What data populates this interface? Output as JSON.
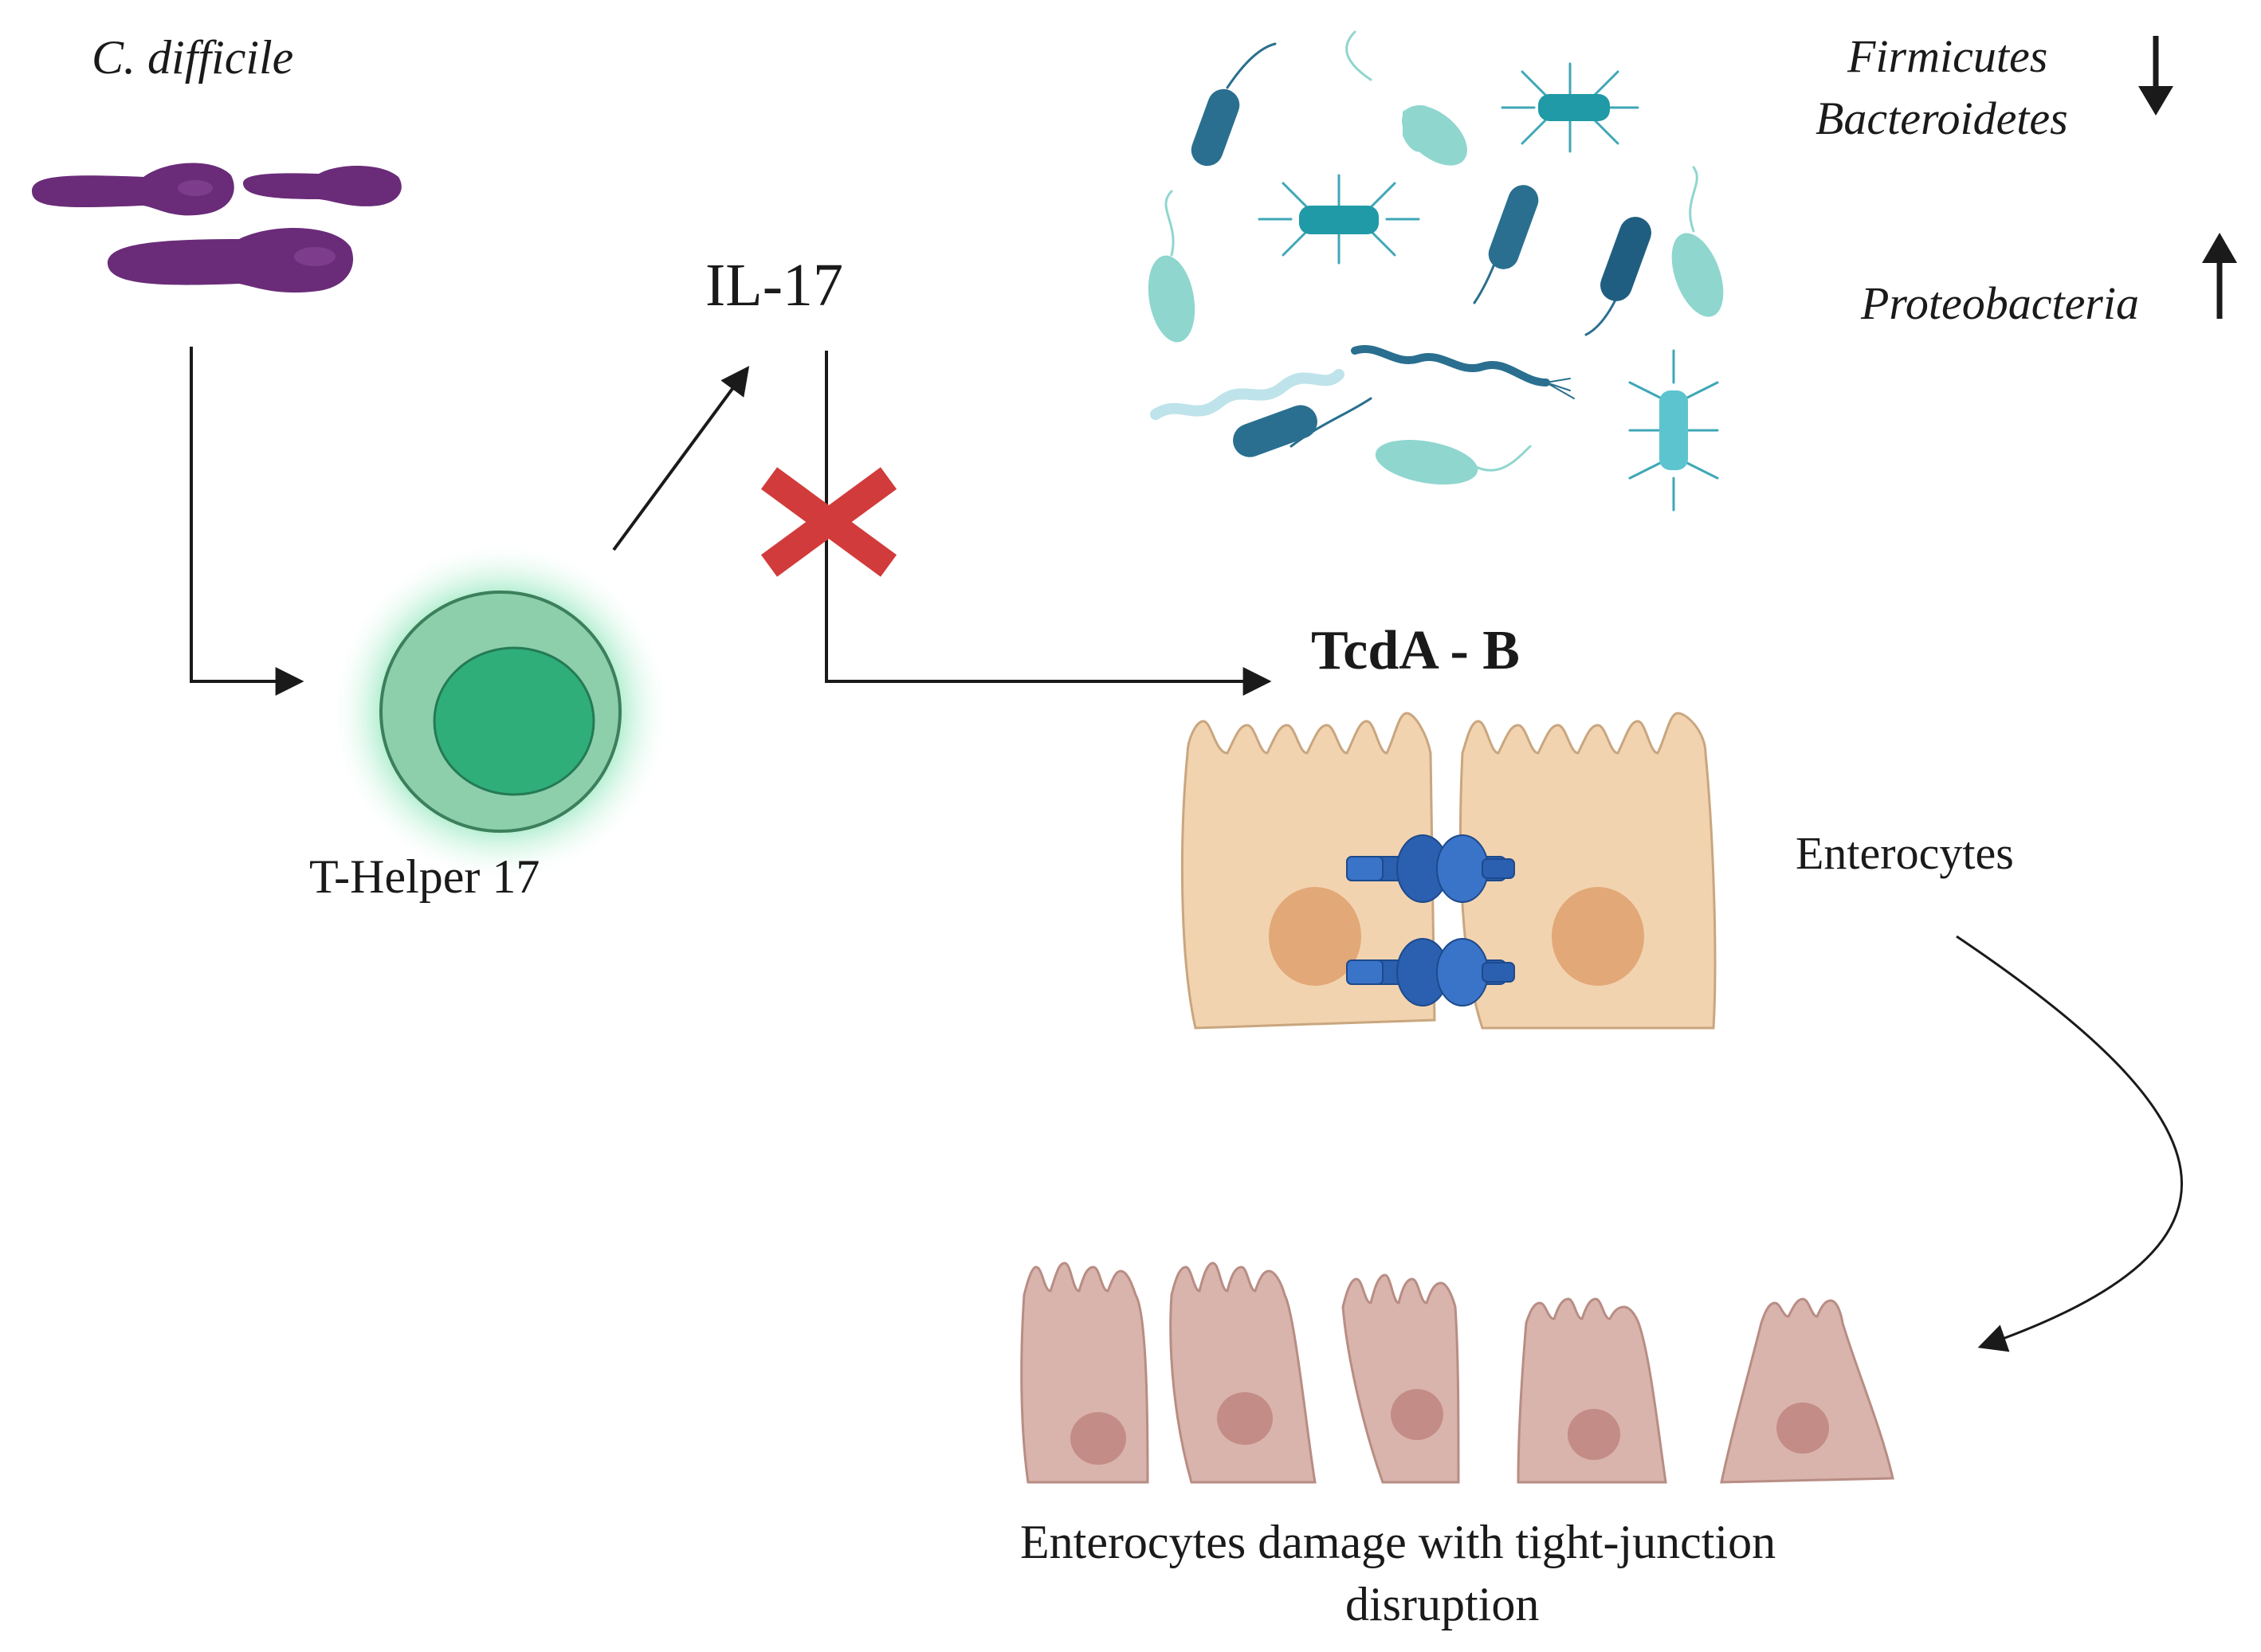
{
  "labels": {
    "pathogen": "C. difficile",
    "cytokine": "IL-17",
    "th17": "T-Helper 17",
    "toxin": "TcdA - B",
    "enterocytes": "Enterocytes",
    "damage_line1": "Enterocytes damage with tight-junction",
    "damage_line2": "disruption"
  },
  "microbiota": {
    "decreased": [
      "Firmicutes",
      "Bacteroidetes"
    ],
    "increased": [
      "Proteobacteria"
    ]
  },
  "colors": {
    "pathogen": "#6a2c79",
    "th17_glow": "#34c77f",
    "th17_outer": "#8ccfaa",
    "th17_nucleus": "#2fae7a",
    "block_x": "#d23b3b",
    "enterocyte": "#f2d3b0",
    "enterocyte_nucleus": "#e2a877",
    "tight_junction": "#2b5fb0",
    "damaged_cell": "#d9b4ac",
    "damaged_nucleus": "#c48c86",
    "microbe_dark": "#2a6f8f",
    "microbe_mid": "#3fa7b6",
    "microbe_light": "#8fd6cf",
    "arrow": "#1a1a1a"
  }
}
